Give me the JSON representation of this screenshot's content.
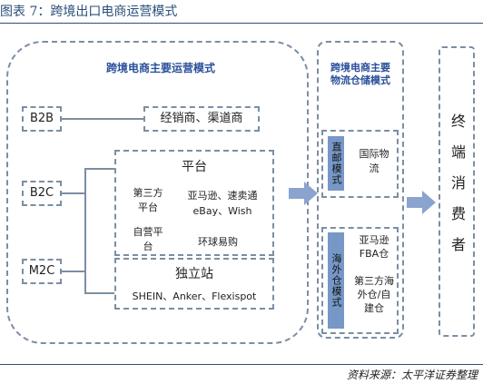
{
  "figure_title": "图表 7：跨境出口电商运营模式",
  "source": "资料来源：太平洋证券整理",
  "left_panel": {
    "heading": "跨境电商主要运营模式",
    "models": [
      "B2B",
      "B2C",
      "M2C"
    ],
    "b2b_channel": "经销商、渠道商",
    "platform": {
      "title": "平台",
      "third_party_label": "第三方平台",
      "third_party_examples_1": "亚马逊、速卖通",
      "third_party_examples_2": "eBay、Wish",
      "self_run_label": "自营平台",
      "self_run_examples": "环球易购"
    },
    "independent": {
      "title": "独立站",
      "examples": "SHEIN、Anker、Flexispot"
    }
  },
  "middle_panel": {
    "heading_line1": "跨境电商主要",
    "heading_line2": "物流仓储模式",
    "direct_mail": {
      "label": "直邮模式",
      "detail": "国际物流"
    },
    "overseas": {
      "label": "海外仓模式",
      "detail_1": "亚马逊FBA仓",
      "detail_2": "第三方海外仓/自建仓"
    }
  },
  "right_panel": {
    "label": "终端消费者"
  },
  "colors": {
    "accent": "#2a4f7a",
    "dash": "#7b8ea3",
    "fill": "#7797c7",
    "arrow": "#8aa4cf"
  }
}
